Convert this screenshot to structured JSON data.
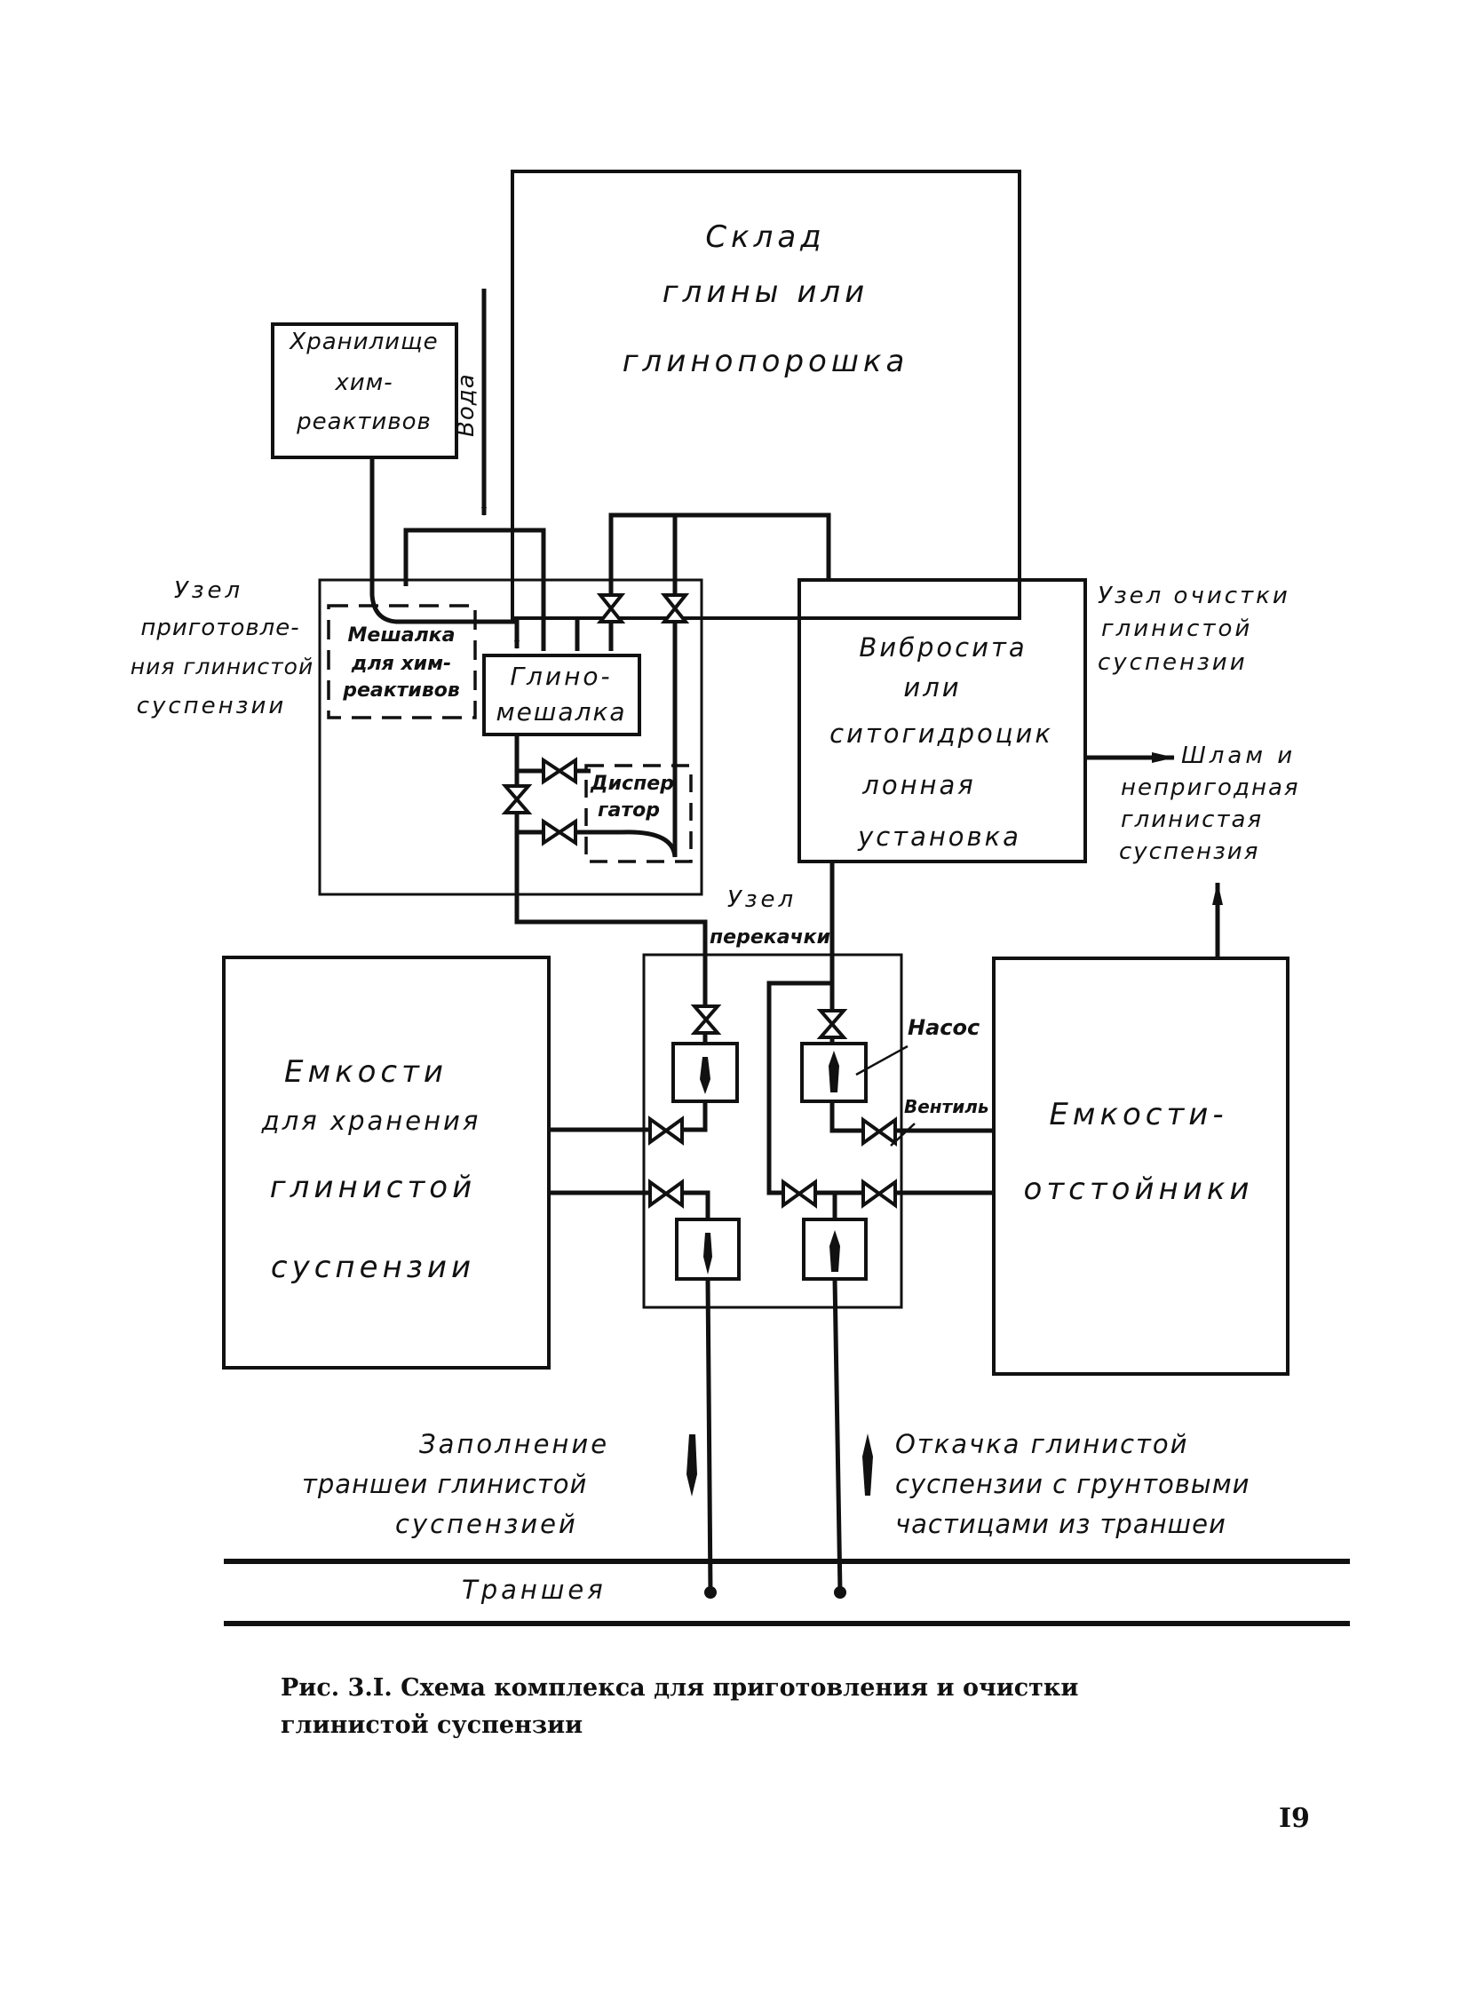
{
  "blocks": {
    "clay_warehouse": [
      "Склад",
      "глины или",
      "глинопорошка"
    ],
    "chem_storage": [
      "Хранилище",
      "хим-",
      "реактивов"
    ],
    "water": "Вода",
    "chem_mixer": [
      "Мешалка",
      "для хим-",
      "реактивов"
    ],
    "clay_mixer": [
      "Глино-",
      "мешалка"
    ],
    "dispergator": [
      "Диспер",
      "гатор"
    ],
    "vibro_sieve": [
      "Вибросита",
      "или",
      "ситогидроцик",
      "лонная",
      "установка"
    ],
    "storage_tanks": [
      "Емкости",
      "для хранения",
      "глинистой",
      "суспензии"
    ],
    "settling_tanks": [
      "Емкости-",
      "отстойники"
    ]
  },
  "nodes": {
    "prep_node": [
      "Узел",
      "приготовле-",
      "ния глинистой",
      "суспензии"
    ],
    "cleaning_node": [
      "Узел очистки",
      "глинистой",
      "суспензии"
    ],
    "pump_node": [
      "Узел",
      "перекачки"
    ]
  },
  "callouts": {
    "pump": "Насос",
    "valve": "Вентиль"
  },
  "outputs": {
    "sludge": [
      "Шлам и",
      "непригодная",
      "глинистая",
      "суспензия"
    ],
    "fill_trench": [
      "Заполнение",
      "траншеи глинистой",
      "суспензией"
    ],
    "pump_out": [
      "Откачка глинистой",
      "суспензии с грунтовыми",
      "частицами из траншеи"
    ],
    "trench": "Траншея"
  },
  "caption": {
    "line1": "Рис. 3.I. Схема комплекса для приготовления и очистки",
    "line2": "глинистой суспензии"
  },
  "page_number": "I9",
  "colors": {
    "ink": "#111111",
    "paper": "#ffffff"
  }
}
